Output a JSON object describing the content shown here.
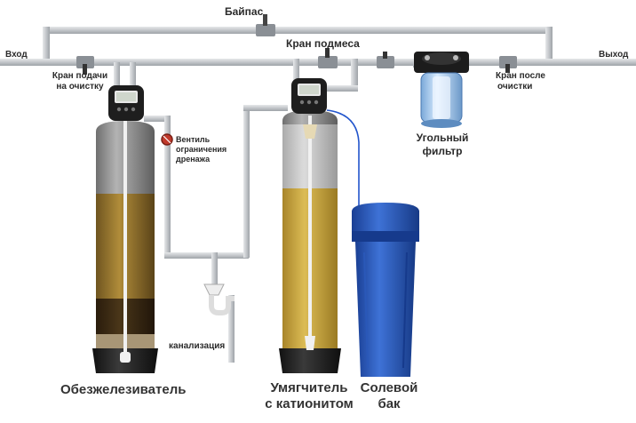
{
  "labels": {
    "bypass": "Байпас",
    "inlet": "Вход",
    "outlet": "Выход",
    "feed_valve": [
      "Кран подачи",
      "на очистку"
    ],
    "mixing_valve": "Кран подмеса",
    "after_valve": [
      "Кран после",
      "очистки"
    ],
    "drain_limit_valve": [
      "Вентиль",
      "ограничения",
      "дренажа"
    ],
    "carbon_filter": [
      "Угольный",
      "фильтр"
    ],
    "sewer": "канализация",
    "iron_remover": "Обезжелезиватель",
    "softener": [
      "Умягчитель",
      "с катионитом"
    ],
    "brine_tank": [
      "Солевой",
      "бак"
    ]
  },
  "colors": {
    "pipe": "#c9ccd0",
    "pipe_edge": "#9ea3a8",
    "tank_grey": "#8f8f8f",
    "iron_media": "#9a7a2c",
    "iron_media_dark": "#3e2c14",
    "softener_media": "#c7a43a",
    "brine_blue": "#1f4fb0",
    "valve_red": "#c0392b",
    "tube_blue": "#2255cc"
  }
}
